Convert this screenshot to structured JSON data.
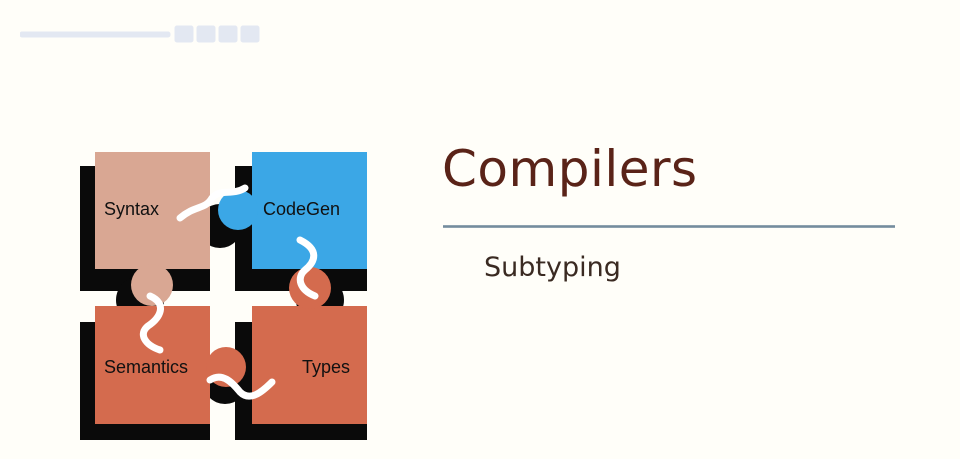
{
  "slide": {
    "title": "Compilers",
    "subtitle": "Subtyping"
  },
  "puzzle": {
    "pieces": [
      {
        "label": "Syntax",
        "color": "#d9a793"
      },
      {
        "label": "CodeGen",
        "color": "#3ba7e6"
      },
      {
        "label": "Semantics",
        "color": "#d46b4e"
      },
      {
        "label": "Types",
        "color": "#d46b4e"
      }
    ]
  },
  "colors": {
    "title": "#5a2318",
    "rule": "#6d8597",
    "shadow": "#000000",
    "background": "#fffef9"
  }
}
